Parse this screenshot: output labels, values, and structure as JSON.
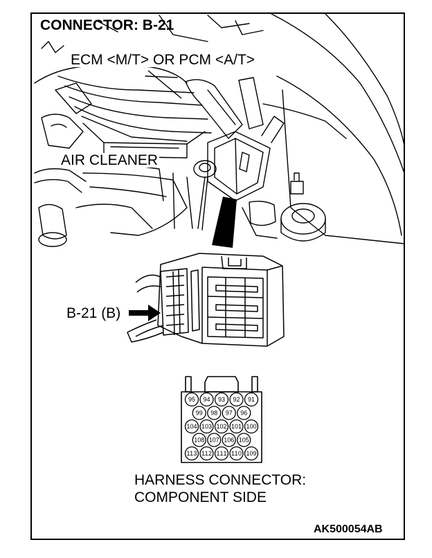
{
  "title": "CONNECTOR: B-21",
  "ecm_label": "ECM <M/T> OR PCM <A/T>",
  "air_cleaner_label": "AIR CLEANER",
  "connector_label": "B-21 (B)",
  "harness_line1": "HARNESS CONNECTOR:",
  "harness_line2": "COMPONENT SIDE",
  "figure_code": "AK500054AB",
  "pin_rows": [
    [
      "95",
      "94",
      "93",
      "92",
      "91"
    ],
    [
      "99",
      "98",
      "97",
      "96"
    ],
    [
      "104",
      "103",
      "102",
      "101",
      "100"
    ],
    [
      "108",
      "107",
      "106",
      "105"
    ],
    [
      "113",
      "112",
      "111",
      "110",
      "109"
    ]
  ]
}
